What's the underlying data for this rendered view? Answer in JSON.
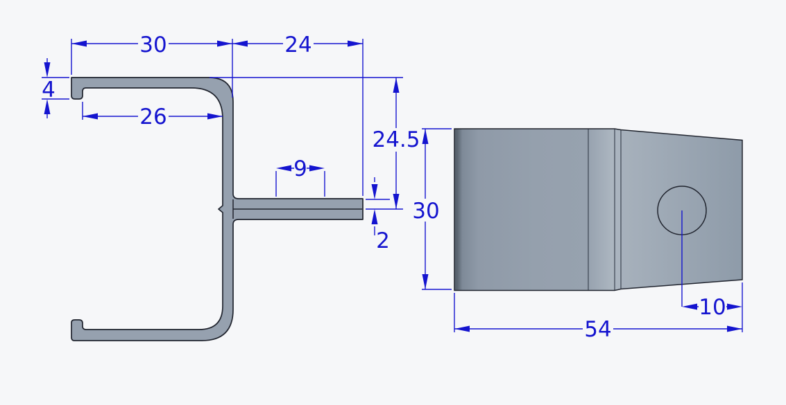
{
  "colors": {
    "background": "#f6f7f9",
    "dimension_blue": "#1414cf",
    "part_fill": "#96a1af",
    "part_outline": "#20242e",
    "hole_fill": "#fafbfc",
    "shaded_edge_dark": "#59636f",
    "shaded_face_light": "#aeb8c2"
  },
  "profile_view": {
    "dimensions": {
      "top_width": "30",
      "tab_length": "24",
      "lip_height": "4",
      "inner_width": "26",
      "tab_width": "9",
      "top_to_tab": "24.5",
      "tab_thickness": "2"
    }
  },
  "side_view": {
    "dimensions": {
      "depth": "30",
      "overall_length": "54",
      "hole_offset": "10"
    }
  }
}
